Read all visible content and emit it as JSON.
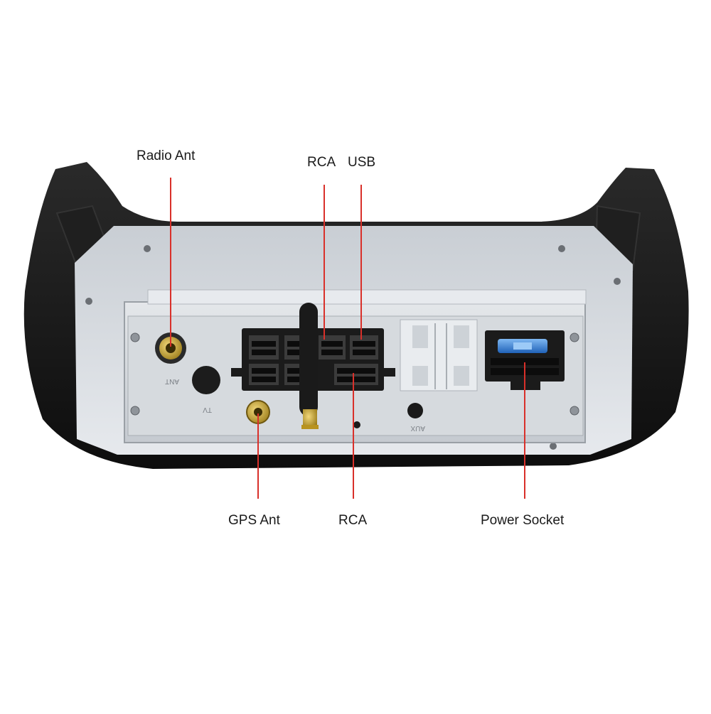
{
  "labels": {
    "radio_ant": "Radio Ant",
    "rca_top": "RCA",
    "usb": "USB",
    "gps_ant": "GPS Ant",
    "rca_bottom": "RCA",
    "power_socket": "Power Socket"
  },
  "panel_marks": {
    "ant": "ANT",
    "tv": "TV",
    "aux": "AUX"
  },
  "colors": {
    "callout_line": "#d9302a",
    "bezel": "#141414",
    "panel": "#dde1e6",
    "unit_box": "#d3d7dc",
    "connector": "#1b1b1b",
    "gold": "#c9a227",
    "fuse": "#2f7bd6"
  }
}
